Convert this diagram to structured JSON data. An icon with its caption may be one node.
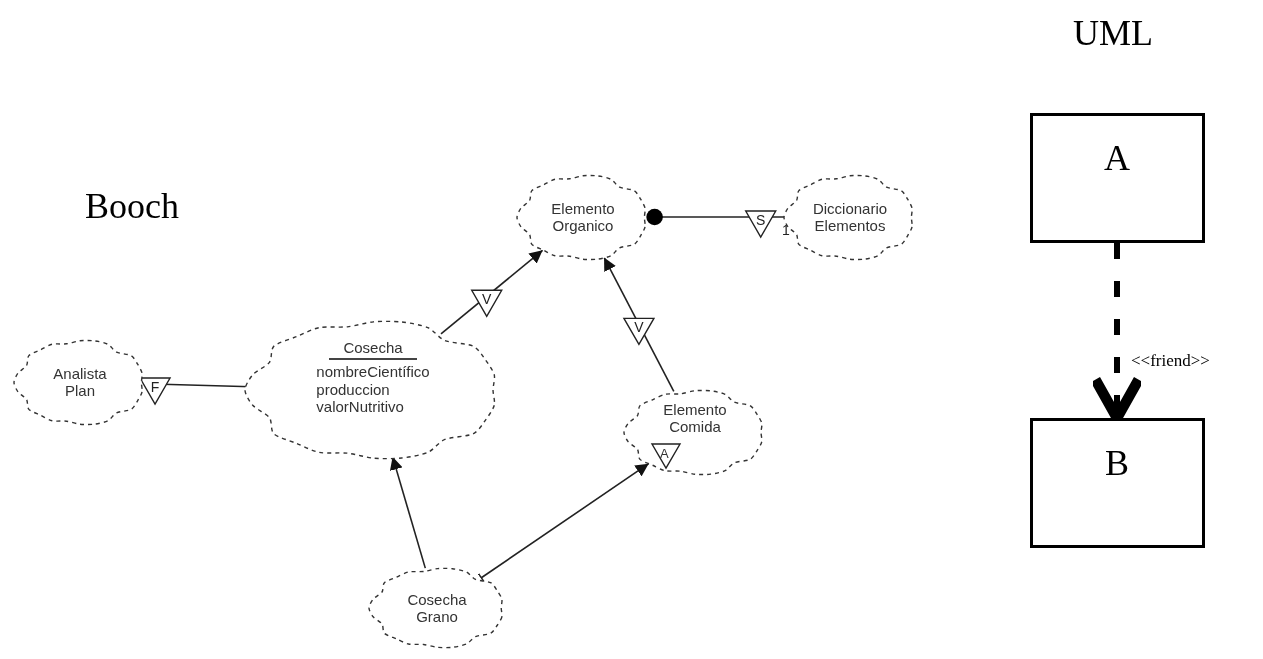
{
  "diagram": {
    "nodes": [
      {
        "text": [
          "Elemento Organico"
        ]
      },
      {
        "text": [
          "Diccionario Elementos"
        ]
      },
      {
        "text": [
          "Analista Plan"
        ]
      },
      {
        "text": [
          "Cosecha",
          "nombreCientífico produccion valorNutritivo"
        ]
      },
      {
        "text": [
          "Elemento Comida",
          "A"
        ]
      },
      {
        "text": [
          "Cosecha Grano"
        ]
      },
      {
        "text": [
          "A"
        ]
      },
      {
        "text": [
          "B"
        ]
      }
    ],
    "edges": [
      {
        "from": 3,
        "to": 0,
        "arrow": "to",
        "label": "V"
      },
      {
        "from": 4,
        "to": 0,
        "arrow": "to",
        "label": "V"
      },
      {
        "from": 2,
        "to": 3,
        "arrow": "none",
        "label": "F"
      },
      {
        "from": 0,
        "to": 1,
        "arrow": "other",
        "label": "S"
      },
      {
        "from": 5,
        "to": 3,
        "arrow": "to"
      },
      {
        "from": 5,
        "to": 4,
        "arrow": "to"
      },
      {
        "from": 6,
        "to": 7,
        "arrow": "to",
        "label": "<<friend>>",
        "style": "dashed"
      }
    ],
    "labels": [
      "UML",
      "Booch",
      "1"
    ]
  }
}
